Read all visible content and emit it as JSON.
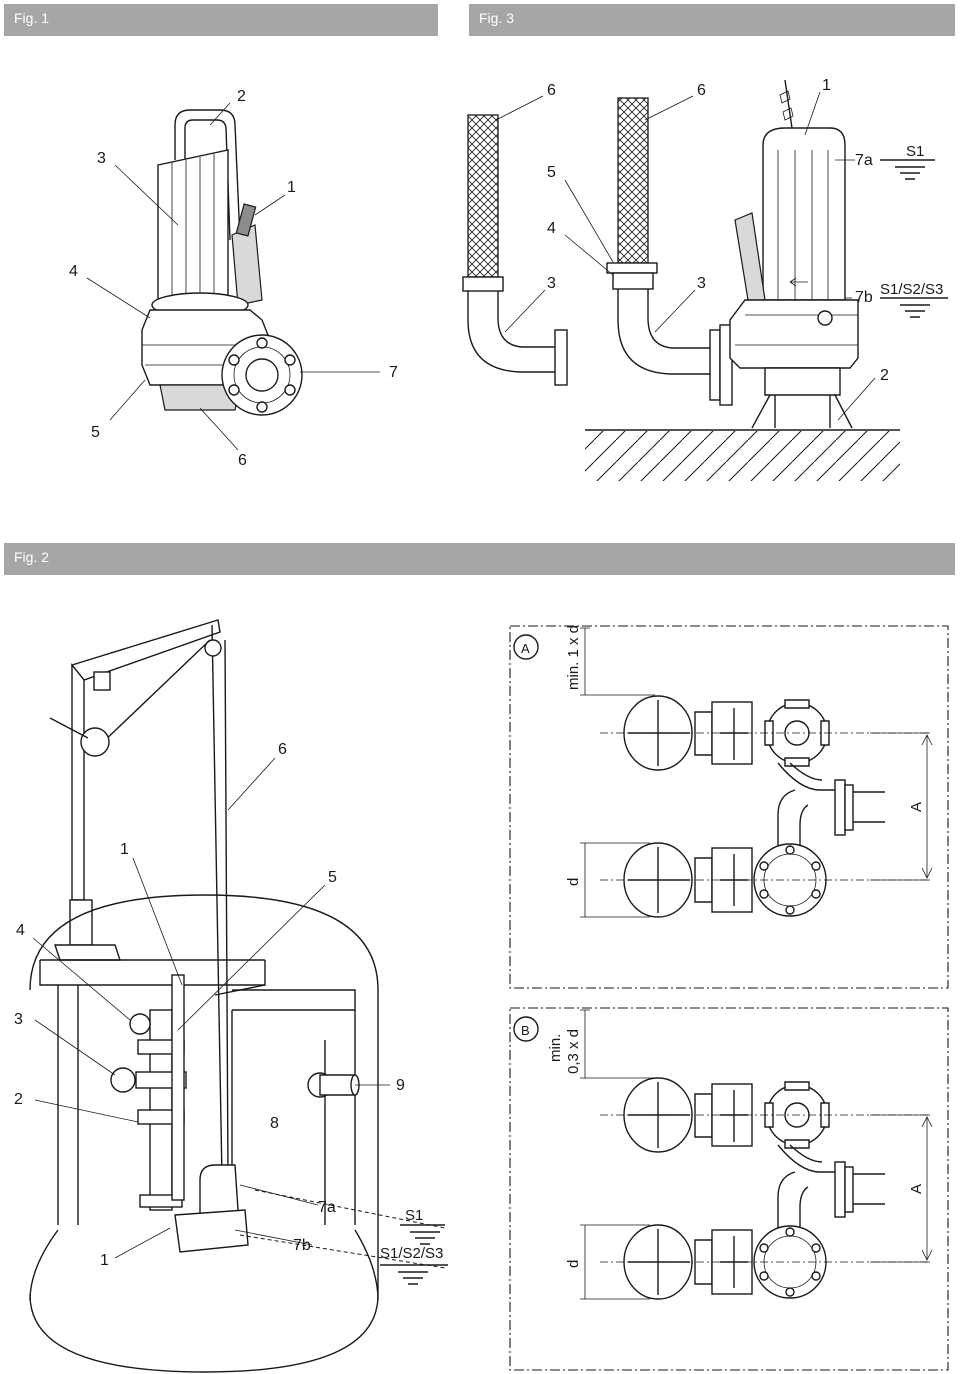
{
  "figures": {
    "fig1": {
      "title": "Fig. 1",
      "callouts": [
        "1",
        "2",
        "3",
        "4",
        "5",
        "6",
        "7"
      ]
    },
    "fig3": {
      "title": "Fig. 3",
      "callouts": [
        "6",
        "6",
        "5",
        "4",
        "3",
        "3",
        "1",
        "7a",
        "7b",
        "2"
      ],
      "levels": {
        "s1": "S1",
        "s123": "S1/S2/S3"
      }
    },
    "fig2": {
      "title": "Fig. 2",
      "callouts": [
        "6",
        "1",
        "5",
        "4",
        "3",
        "2",
        "9",
        "8",
        "7a",
        "7b",
        "1"
      ],
      "levels": {
        "s1": "S1",
        "s123": "S1/S2/S3"
      },
      "detail_a": {
        "tag": "A",
        "clearance": "min. 1 x d",
        "diameter": "d",
        "spacing": "A"
      },
      "detail_b": {
        "tag": "B",
        "clearance_line1": "min.",
        "clearance_line2": "0,3 x d",
        "diameter": "d",
        "spacing": "A"
      }
    }
  },
  "colors": {
    "header_bar": "#a6a6a6",
    "header_text": "#ffffff",
    "line": "#1a1a1a"
  }
}
